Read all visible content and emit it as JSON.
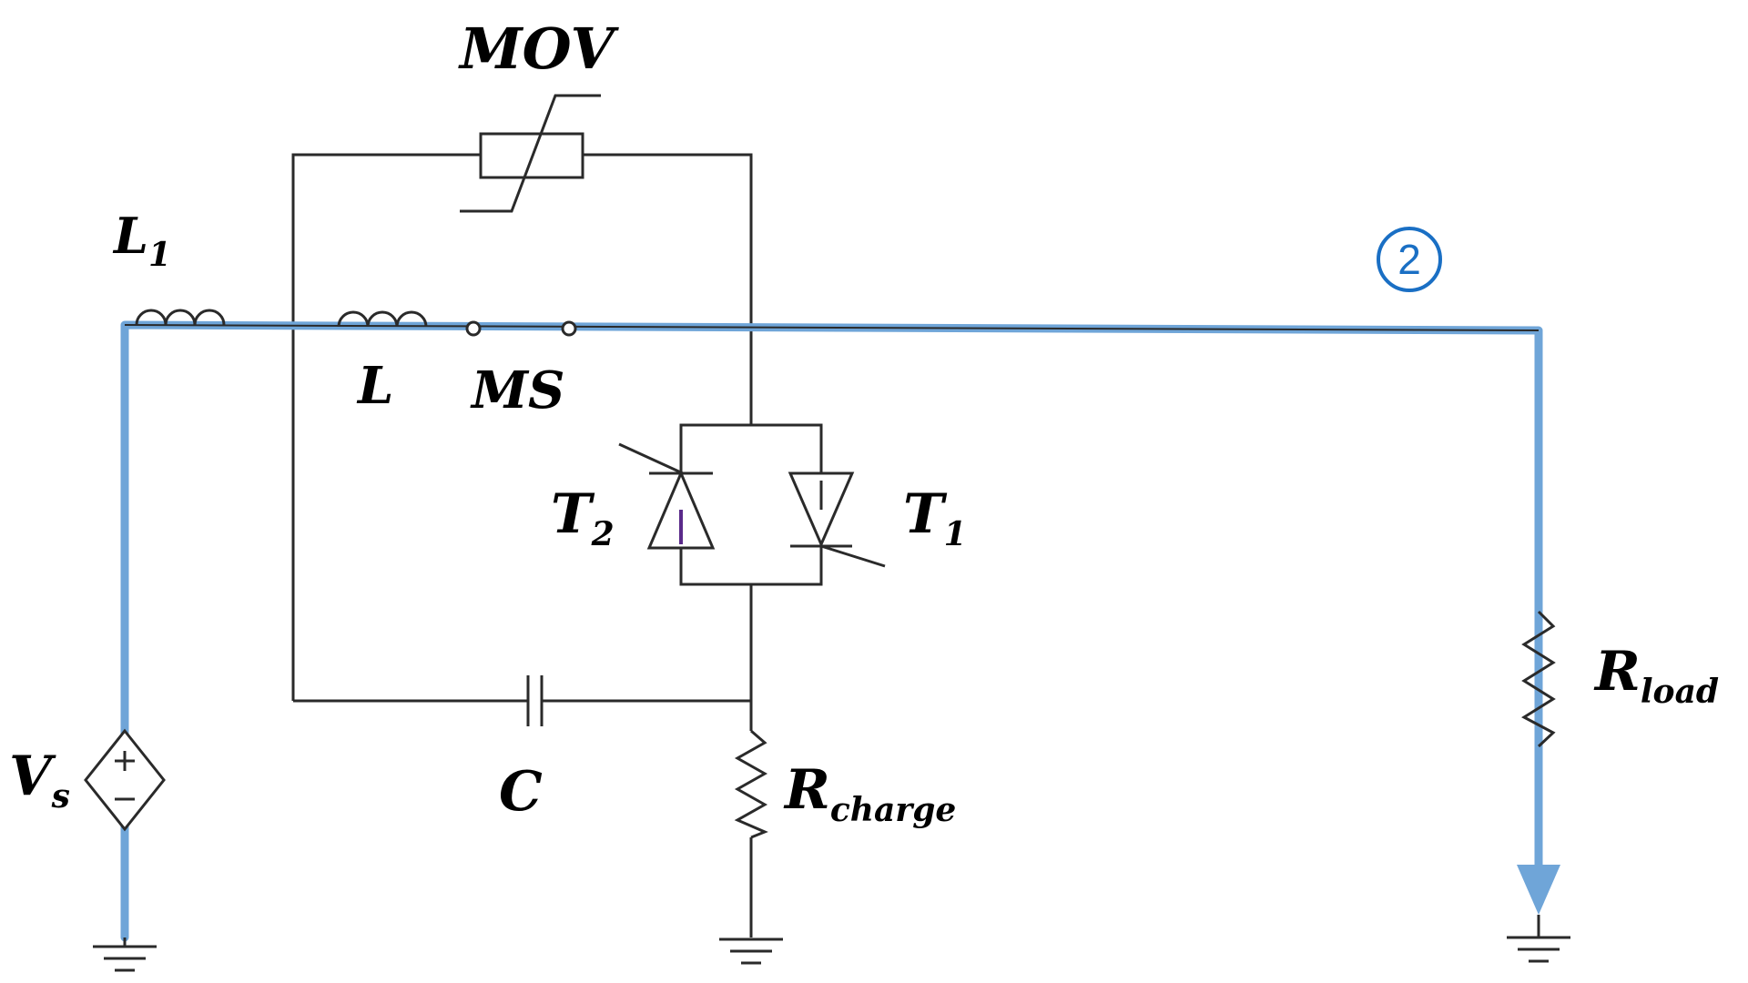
{
  "diagram": {
    "labels": {
      "mov": "MOV",
      "l1_main": "L",
      "l1_sub": "1",
      "l": "L",
      "ms": "MS",
      "t2_main": "T",
      "t2_sub": "2",
      "t1_main": "T",
      "t1_sub": "1",
      "vs_main": "V",
      "vs_sub": "s",
      "c": "C",
      "rcharge_main": "R",
      "rcharge_sub": "charge",
      "rload_main": "R",
      "rload_sub": "load",
      "path_marker": "2"
    },
    "colors": {
      "wire": "#2a2a2a",
      "current_path": "#6fa5d8",
      "marker": "#1a6fc4"
    }
  }
}
